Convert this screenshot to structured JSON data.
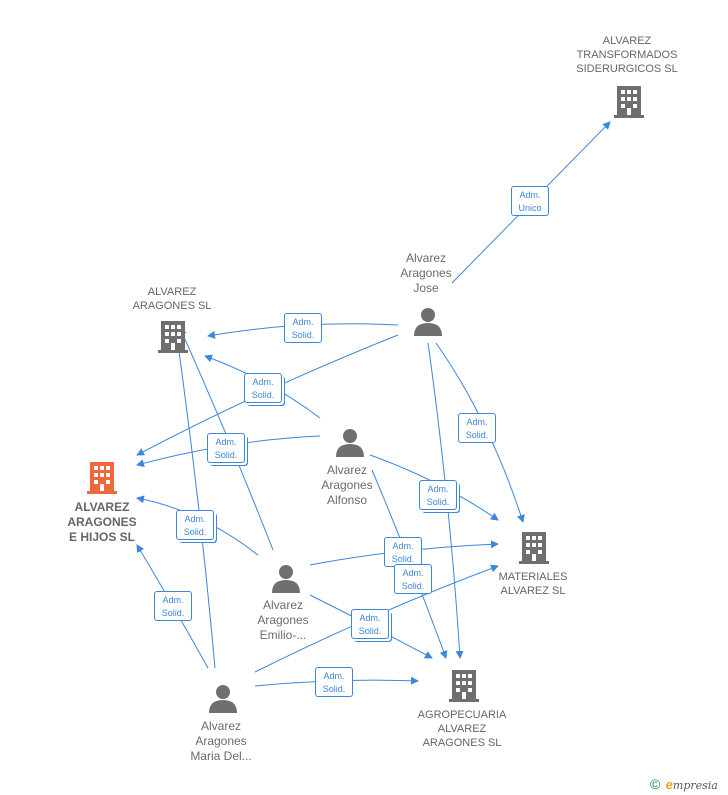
{
  "nodes": {
    "transformados": {
      "lines": [
        "ALVAREZ",
        "TRANSFORMADOS",
        "SIDERURGICOS SL"
      ]
    },
    "aragones_sl": {
      "lines": [
        "ALVAREZ",
        "ARAGONES SL"
      ]
    },
    "hijos": {
      "lines": [
        "ALVAREZ",
        "ARAGONES",
        "E HIJOS SL"
      ]
    },
    "materiales": {
      "lines": [
        "MATERIALES",
        "ALVAREZ SL"
      ]
    },
    "agropecuaria": {
      "lines": [
        "AGROPECUARIA",
        "ALVAREZ",
        "ARAGONES SL"
      ]
    },
    "jose": {
      "lines": [
        "Alvarez",
        "Aragones",
        "Jose"
      ]
    },
    "alfonso": {
      "lines": [
        "Alvarez",
        "Aragones",
        "Alfonso"
      ]
    },
    "emilio": {
      "lines": [
        "Alvarez",
        "Aragones",
        "Emilio-..."
      ]
    },
    "maria": {
      "lines": [
        "Alvarez",
        "Aragones",
        "Maria Del..."
      ]
    }
  },
  "badges": {
    "b1": [
      "Adm.",
      "Unico"
    ],
    "b2": [
      "Adm.",
      "Solid."
    ],
    "b3": [
      "Adm.",
      "Solid."
    ],
    "b4": [
      "Adm.",
      "Solid."
    ],
    "b5": [
      "Adm.",
      "Solid."
    ],
    "b6": [
      "Adm.",
      "Solid."
    ],
    "b7": [
      "Adm.",
      "Solid."
    ],
    "b8": [
      "Adm.",
      "Solid."
    ],
    "b9": [
      "Adm.",
      "Solid."
    ],
    "b10": [
      "Adm.",
      "Solid."
    ],
    "b11": [
      "Adm.",
      "Solid."
    ],
    "b12": [
      "Adm.",
      "Solid."
    ]
  },
  "colors": {
    "edge": "#3d87d8",
    "company": "#6f6f6f",
    "main_company": "#f0673a",
    "person": "#6f6f6f"
  },
  "footer": {
    "copyright": "©",
    "brand_initial": "e",
    "brand_rest": "mpresia"
  }
}
